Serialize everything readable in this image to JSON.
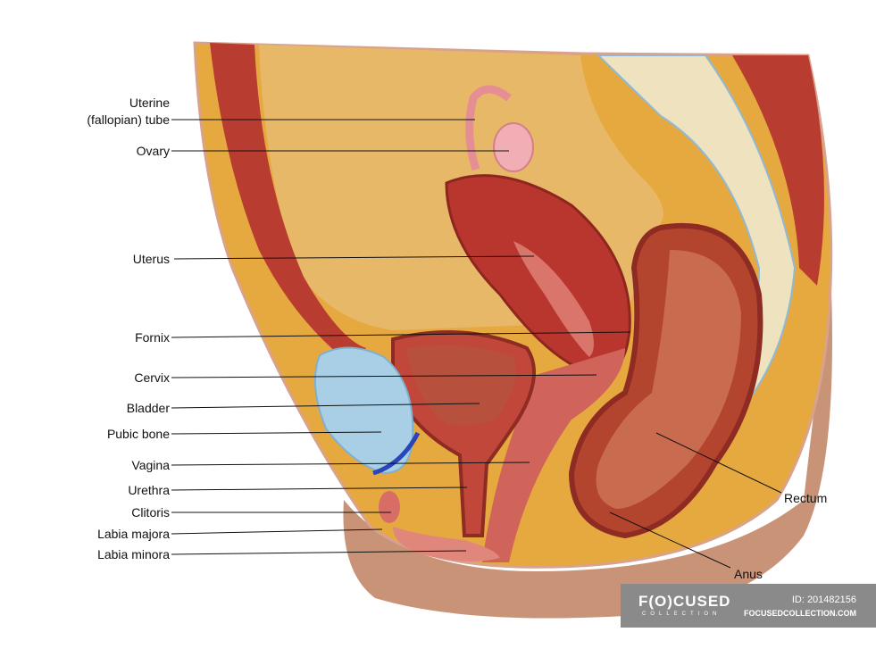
{
  "labels": {
    "tube_line1": "Uterine",
    "tube_line2": "(fallopian) tube",
    "ovary": "Ovary",
    "uterus": "Uterus",
    "fornix": "Fornix",
    "cervix": "Cervix",
    "bladder": "Bladder",
    "pubic_bone": "Pubic bone",
    "vagina": "Vagina",
    "urethra": "Urethra",
    "clitoris": "Clitoris",
    "labia_majora": "Labia majora",
    "labia_minora": "Labia minora",
    "rectum": "Rectum",
    "anus": "Anus"
  },
  "watermark": {
    "logo": "F(O)CUSED",
    "collection": "COLLECTION",
    "id": "ID: 201482156",
    "url": "FOCUSEDCOLLECTION.COM"
  },
  "colors": {
    "fat": "#e6a93f",
    "muscle": "#c0473a",
    "skin": "#c99378",
    "bone": "#efe2bf",
    "bladder": "#a9cfe6"
  }
}
